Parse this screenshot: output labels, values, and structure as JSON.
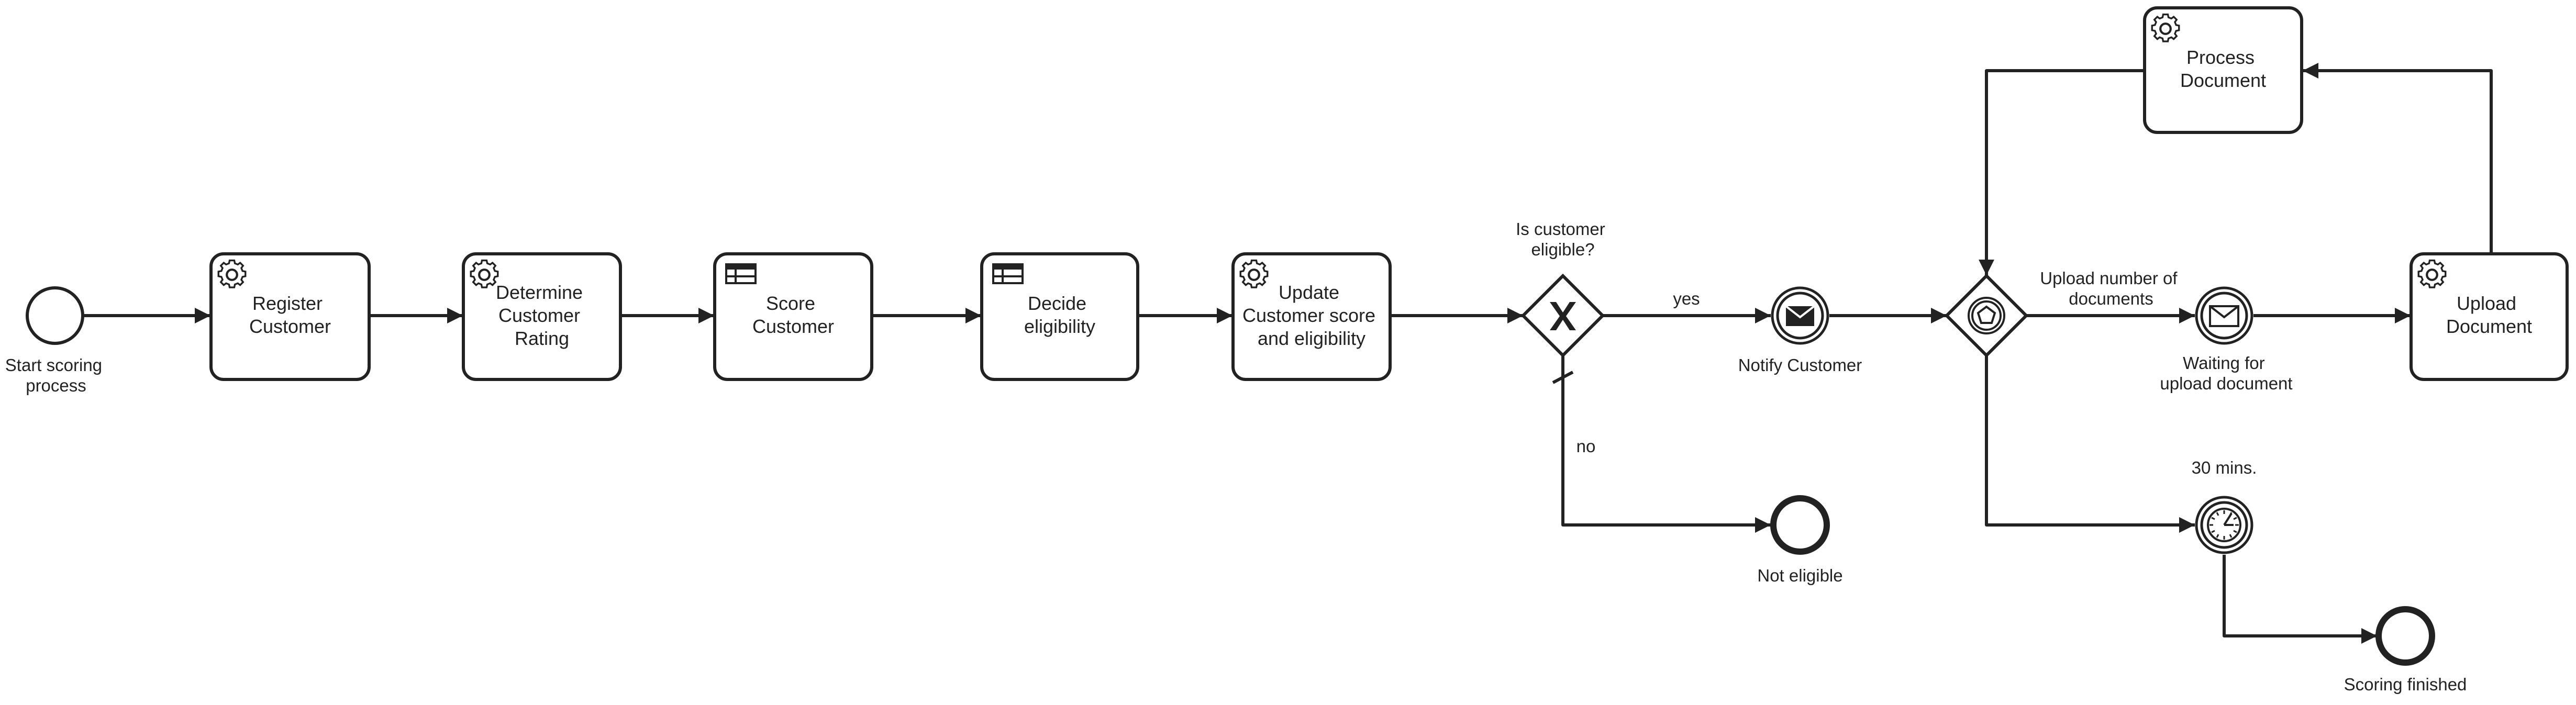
{
  "diagram": {
    "start": {
      "label_lines": [
        "Start scoring",
        "process"
      ]
    },
    "tasks": {
      "register": {
        "lines": [
          "Register",
          "Customer"
        ],
        "type": "service"
      },
      "determine": {
        "lines": [
          "Determine",
          "Customer",
          "Rating"
        ],
        "type": "service"
      },
      "score": {
        "lines": [
          "Score",
          "Customer"
        ],
        "type": "business-rule"
      },
      "decide": {
        "lines": [
          "Decide",
          "eligibility"
        ],
        "type": "business-rule"
      },
      "update": {
        "lines": [
          "Update",
          "Customer score",
          "and eligibility"
        ],
        "type": "service"
      },
      "process": {
        "lines": [
          "Process",
          "Document"
        ],
        "type": "service"
      },
      "upload": {
        "lines": [
          "Upload",
          "Document"
        ],
        "type": "service"
      }
    },
    "gateway_xor": {
      "label_lines": [
        "Is customer",
        "eligible?"
      ]
    },
    "flow_labels": {
      "yes": "yes",
      "no": "no",
      "upload_count": [
        "Upload number of",
        "documents"
      ],
      "timer": "30 mins."
    },
    "events": {
      "notify": {
        "label": "Notify Customer"
      },
      "waiting": {
        "label_lines": [
          "Waiting for",
          "upload document"
        ]
      },
      "not_eligible": {
        "label": "Not eligible"
      },
      "scoring_finished": {
        "label": "Scoring finished"
      }
    },
    "colors": {
      "stroke": "#222222",
      "fill": "#ffffff"
    }
  }
}
